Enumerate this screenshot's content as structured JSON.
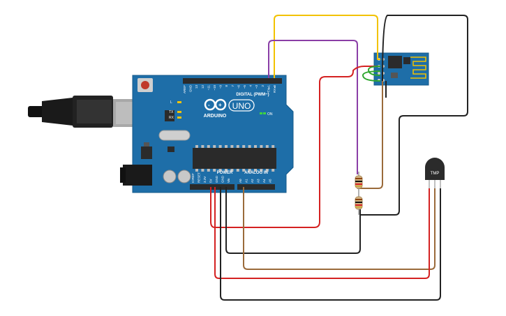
{
  "board": {
    "brand": "ARDUINO",
    "model": "UNO",
    "on_label": "ON",
    "digital_header": "DIGITAL (PWM~)",
    "power_header": "POWER",
    "analog_header": "ANALOG IN",
    "tx_label": "TX",
    "rx_label": "RX",
    "l_label": "L",
    "top_pin_labels": [
      "AREF",
      "GND",
      "13",
      "12",
      "~11",
      "~10",
      "~9",
      "8",
      "7",
      "~6",
      "~5",
      "4",
      "~3",
      "2",
      "TX▸1",
      "RX◂0"
    ],
    "power_pin_labels": [
      "IOREF",
      "RESET",
      "3.3V",
      "5V",
      "GND",
      "GND",
      "Vin"
    ],
    "analog_pin_labels": [
      "A0",
      "A1",
      "A2",
      "A3",
      "A4",
      "A5"
    ]
  },
  "sensor": {
    "label": "TMP"
  },
  "colors": {
    "board": "#1e6ea8",
    "yellow_wire": "#f2c200",
    "purple_wire": "#8a3ea6",
    "red_wire": "#d42121",
    "black_wire": "#222222",
    "brown_wire": "#9a6a3a",
    "green_wire": "#2ea62e",
    "esp_board": "#1e6ea8"
  }
}
